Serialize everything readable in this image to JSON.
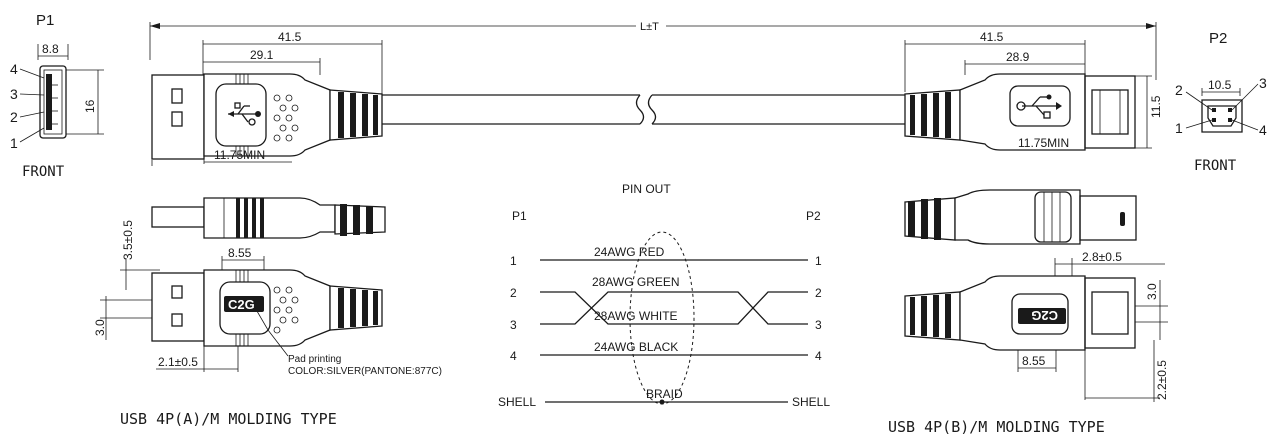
{
  "labels": {
    "p1": "P1",
    "p2": "P2",
    "front_left": "FRONT",
    "front_right": "FRONT",
    "length": "L±T",
    "pinout_title": "PIN OUT",
    "pinout_p1": "P1",
    "pinout_p2": "P2",
    "shell_left": "SHELL",
    "shell_right": "SHELL",
    "braid": "BRAID",
    "pad_printing_1": "Pad printing",
    "pad_printing_2": "COLOR:SILVER(PANTONE:877C)",
    "caption_a": "USB 4P(A)/M MOLDING TYPE",
    "caption_b": "USB 4P(B)/M MOLDING TYPE",
    "brand_mark": "C2G"
  },
  "dimensions": {
    "p1_width": "8.8",
    "p1_height": "16",
    "a_overall": "41.5",
    "a_body": "29.1",
    "a_min": "11.75MIN",
    "a_side_height": "3.5±0.5",
    "a_thickness": "3.0",
    "a_depth": "8.55",
    "a_offset": "2.1±0.5",
    "b_overall": "41.5",
    "b_body": "28.9",
    "b_min": "11.75MIN",
    "b_height": "11.5",
    "b_side": "2.8±0.5",
    "b_thickness": "3.0",
    "b_depth": "8.55",
    "b_offset": "2.2±0.5",
    "p2_width": "10.5"
  },
  "pins": {
    "p1": [
      "1",
      "2",
      "3",
      "4"
    ],
    "p2": [
      "1",
      "2",
      "3",
      "4"
    ]
  },
  "pinout": {
    "left_pins": [
      "1",
      "2",
      "3",
      "4"
    ],
    "right_pins": [
      "1",
      "2",
      "3",
      "4"
    ],
    "wires": [
      "24AWG RED",
      "28AWG GREEN",
      "28AWG WHITE",
      "24AWG BLACK"
    ]
  }
}
